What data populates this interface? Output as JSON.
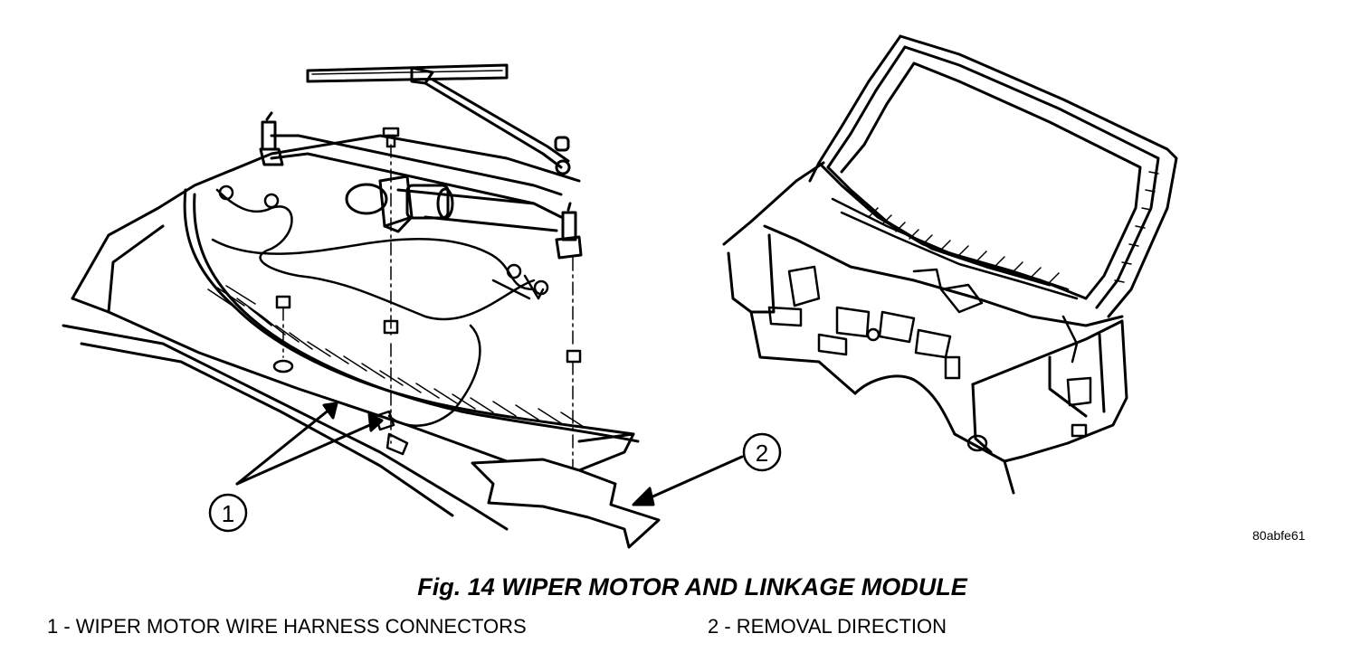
{
  "figure": {
    "title": "Fig. 14 WIPER MOTOR AND LINKAGE MODULE",
    "image_code": "80abfe61"
  },
  "callouts": [
    {
      "number": "1",
      "label": "1 - WIPER MOTOR WIRE HARNESS CONNECTORS"
    },
    {
      "number": "2",
      "label": "2 - REMOVAL DIRECTION"
    }
  ],
  "colors": {
    "ink": "#000000",
    "paper": "#ffffff"
  }
}
